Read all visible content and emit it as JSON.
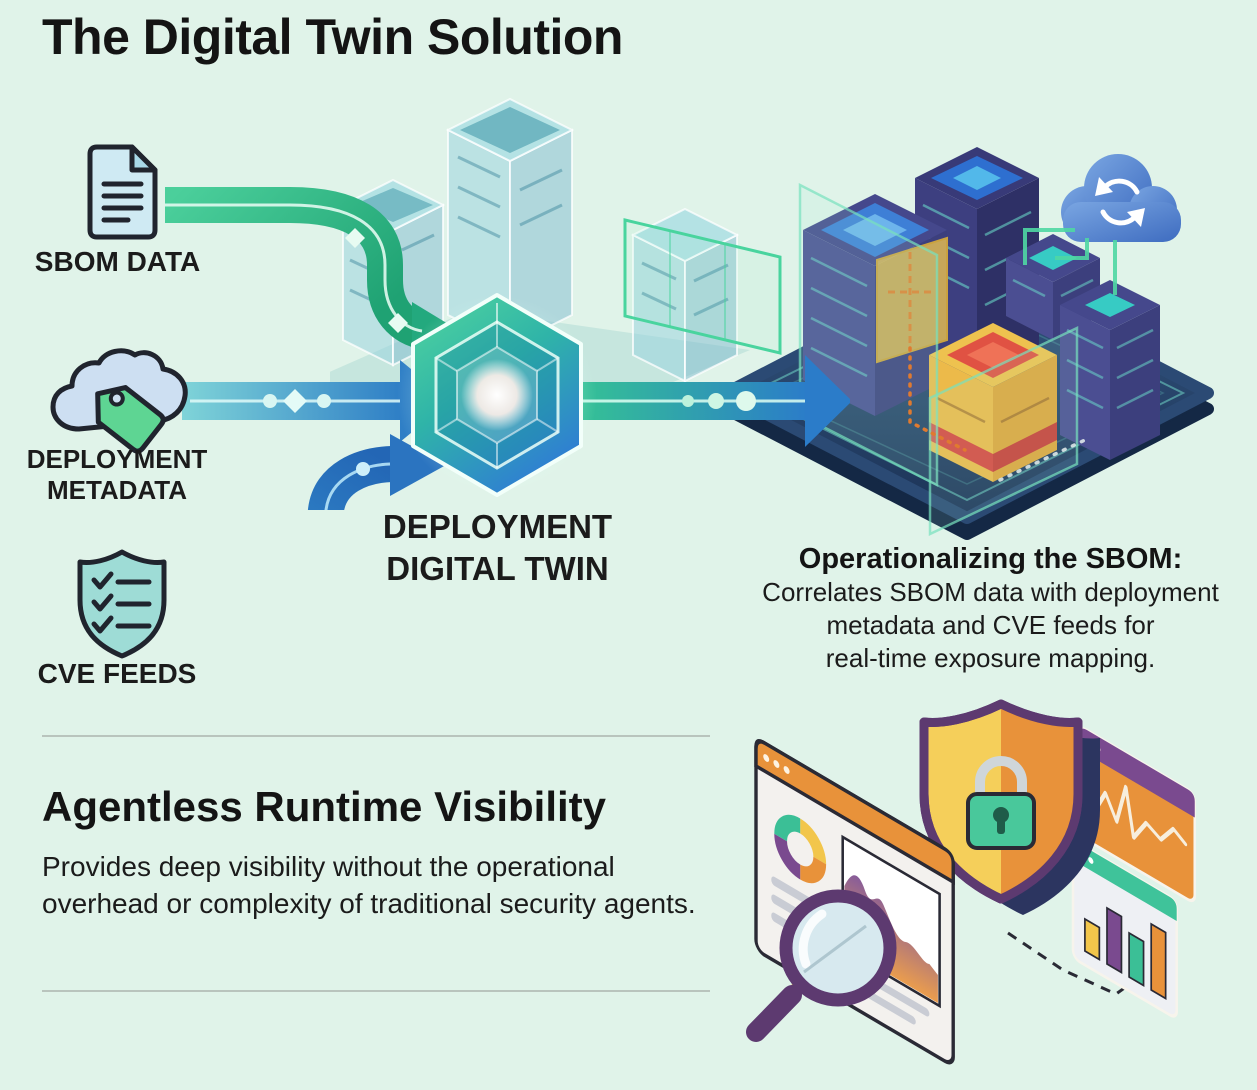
{
  "title": "The Digital Twin Solution",
  "inputs": {
    "sbom": {
      "label": "SBOM DATA",
      "icon": "document-icon"
    },
    "deployment": {
      "label_line1": "DEPLOYMENT",
      "label_line2": "METADATA",
      "icon": "cloud-tag-icon"
    },
    "cve": {
      "label": "CVE FEEDS",
      "icon": "shield-checklist-icon"
    }
  },
  "hub": {
    "label_line1": "DEPLOYMENT",
    "label_line2": "DIGITAL TWIN",
    "icon": "digital-twin-hexagon-icon"
  },
  "operationalizing": {
    "heading": "Operationalizing the SBOM:",
    "line1": "Correlates SBOM data with deployment",
    "line2": "metadata and CVE feeds for",
    "line3": "real-time exposure mapping."
  },
  "agentless": {
    "heading": "Agentless Runtime Visibility",
    "line1": "Provides deep visibility without the operational",
    "line2": "overhead or complexity of traditional security agents."
  },
  "scenes": {
    "ghost_infrastructure": "translucent-digital-twin-servers",
    "exposure_platform": "cloud-platform-exposure-mapping",
    "runtime_dashboard": "dashboard-shield-charts-magnifier"
  },
  "flows": [
    "sbom-flow-arrow",
    "deployment-flow-arrow",
    "cve-flow-arrow",
    "exposure-output-arrow"
  ],
  "colors": {
    "background": "#e0f3e9",
    "ink": "#1a1a1a",
    "divider": "#b9c4bd",
    "flow_green": "#2fbf8f",
    "flow_blue": "#2e7fd0",
    "platform_navy": "#223a5e",
    "tower_indigo": "#45488c",
    "exposure_yellow": "#eec24f",
    "exposure_red": "#dd4f42",
    "cloud_blue": "#5d8fd6",
    "illus_orange": "#e8923a",
    "illus_purple": "#6a3f80",
    "illus_teal": "#3fc39a"
  }
}
